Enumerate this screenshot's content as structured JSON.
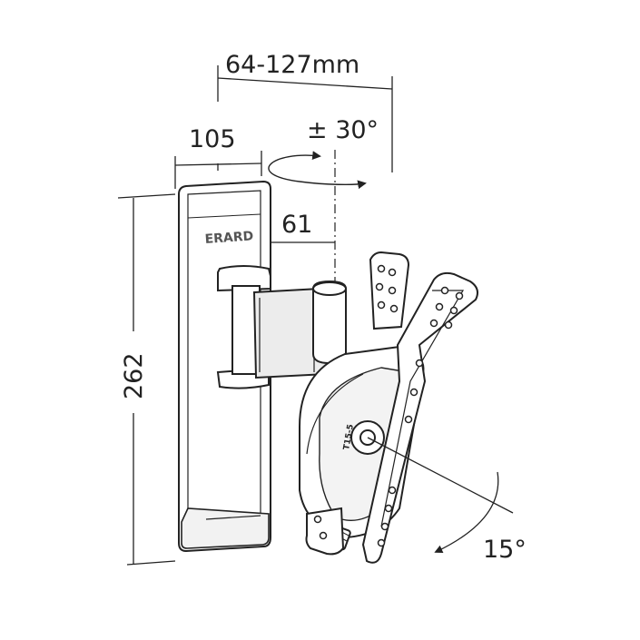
{
  "dimensions": {
    "extension_range": "64-127mm",
    "width": "105",
    "swivel": "± 30°",
    "offset": "61",
    "height": "262",
    "tilt": "15°"
  },
  "branding": {
    "brand": "ERARD",
    "model_mark": "T15-5"
  },
  "colors": {
    "line": "#222222",
    "fill": "#ffffff",
    "shade": "#e6e6e6"
  }
}
